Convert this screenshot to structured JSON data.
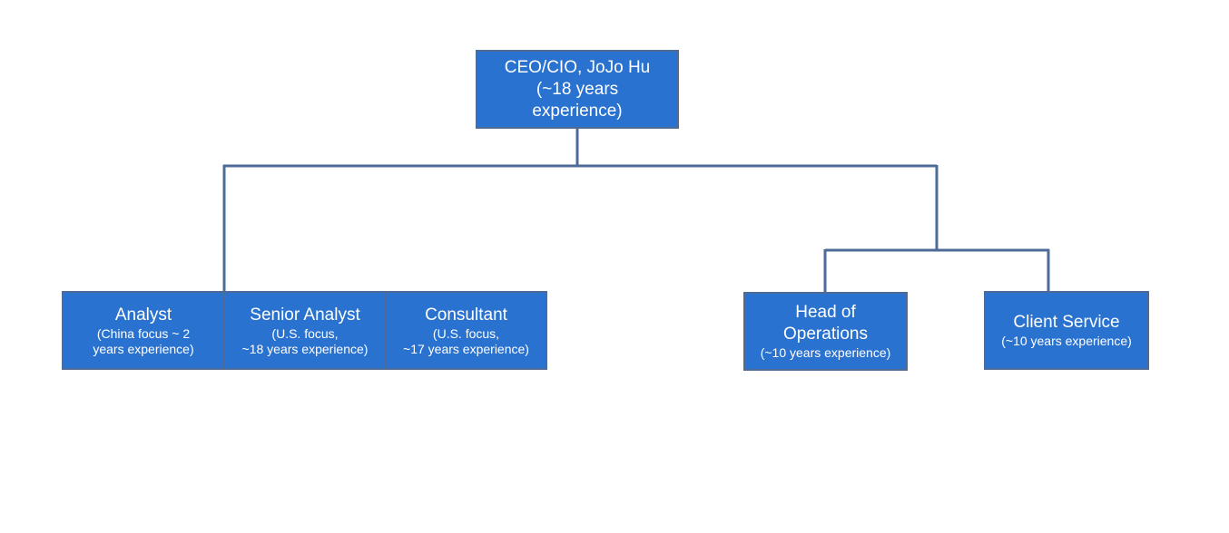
{
  "org_chart": {
    "ceo": {
      "title": "CEO/CIO, JoJo Hu\n(~18 years\nexperience)"
    },
    "analyst": {
      "title": "Analyst",
      "sub_line1": "(China focus ~ 2",
      "sub_line2": "years experience)"
    },
    "senior_analyst": {
      "title": "Senior Analyst",
      "sub_line1": "(U.S. focus,",
      "sub_line2": "~18 years experience)"
    },
    "consultant": {
      "title": "Consultant",
      "sub_line1": "(U.S. focus,",
      "sub_line2": "~17 years experience)"
    },
    "head_of_operations": {
      "title": "Head of\nOperations",
      "sub_line1": "(~10 years experience)"
    },
    "client_service": {
      "title": "Client Service",
      "sub_line1": "(~10 years experience)"
    }
  },
  "colors": {
    "node_fill": "#2a72d0",
    "node_border": "#4e6b98",
    "connector": "#4e6b98",
    "text": "#ffffff"
  }
}
